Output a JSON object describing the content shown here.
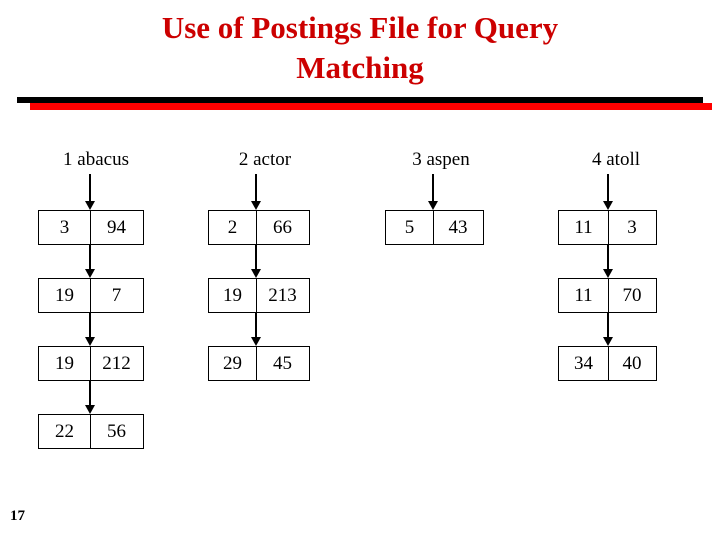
{
  "slide": {
    "title": "Use of Postings File for Query\nMatching",
    "title_color": "#CC0000",
    "page_number": "17"
  },
  "divider": {
    "black_color": "#000000",
    "red_color": "#FF0000"
  },
  "columns": [
    {
      "header": "1 abacus",
      "term_id": "1",
      "term": "abacus",
      "nodes": [
        {
          "doc": "3",
          "weight": "94"
        },
        {
          "doc": "19",
          "weight": "7"
        },
        {
          "doc": "19",
          "weight": "212"
        },
        {
          "doc": "22",
          "weight": "56"
        }
      ]
    },
    {
      "header": "2 actor",
      "term_id": "2",
      "term": "actor",
      "nodes": [
        {
          "doc": "2",
          "weight": "66"
        },
        {
          "doc": "19",
          "weight": "213"
        },
        {
          "doc": "29",
          "weight": "45"
        }
      ]
    },
    {
      "header": "3 aspen",
      "term_id": "3",
      "term": "aspen",
      "nodes": [
        {
          "doc": "5",
          "weight": "43"
        }
      ]
    },
    {
      "header": "4 atoll",
      "term_id": "4",
      "term": "atoll",
      "nodes": [
        {
          "doc": "11",
          "weight": "3"
        },
        {
          "doc": "11",
          "weight": "70"
        },
        {
          "doc": "34",
          "weight": "40"
        }
      ]
    }
  ]
}
